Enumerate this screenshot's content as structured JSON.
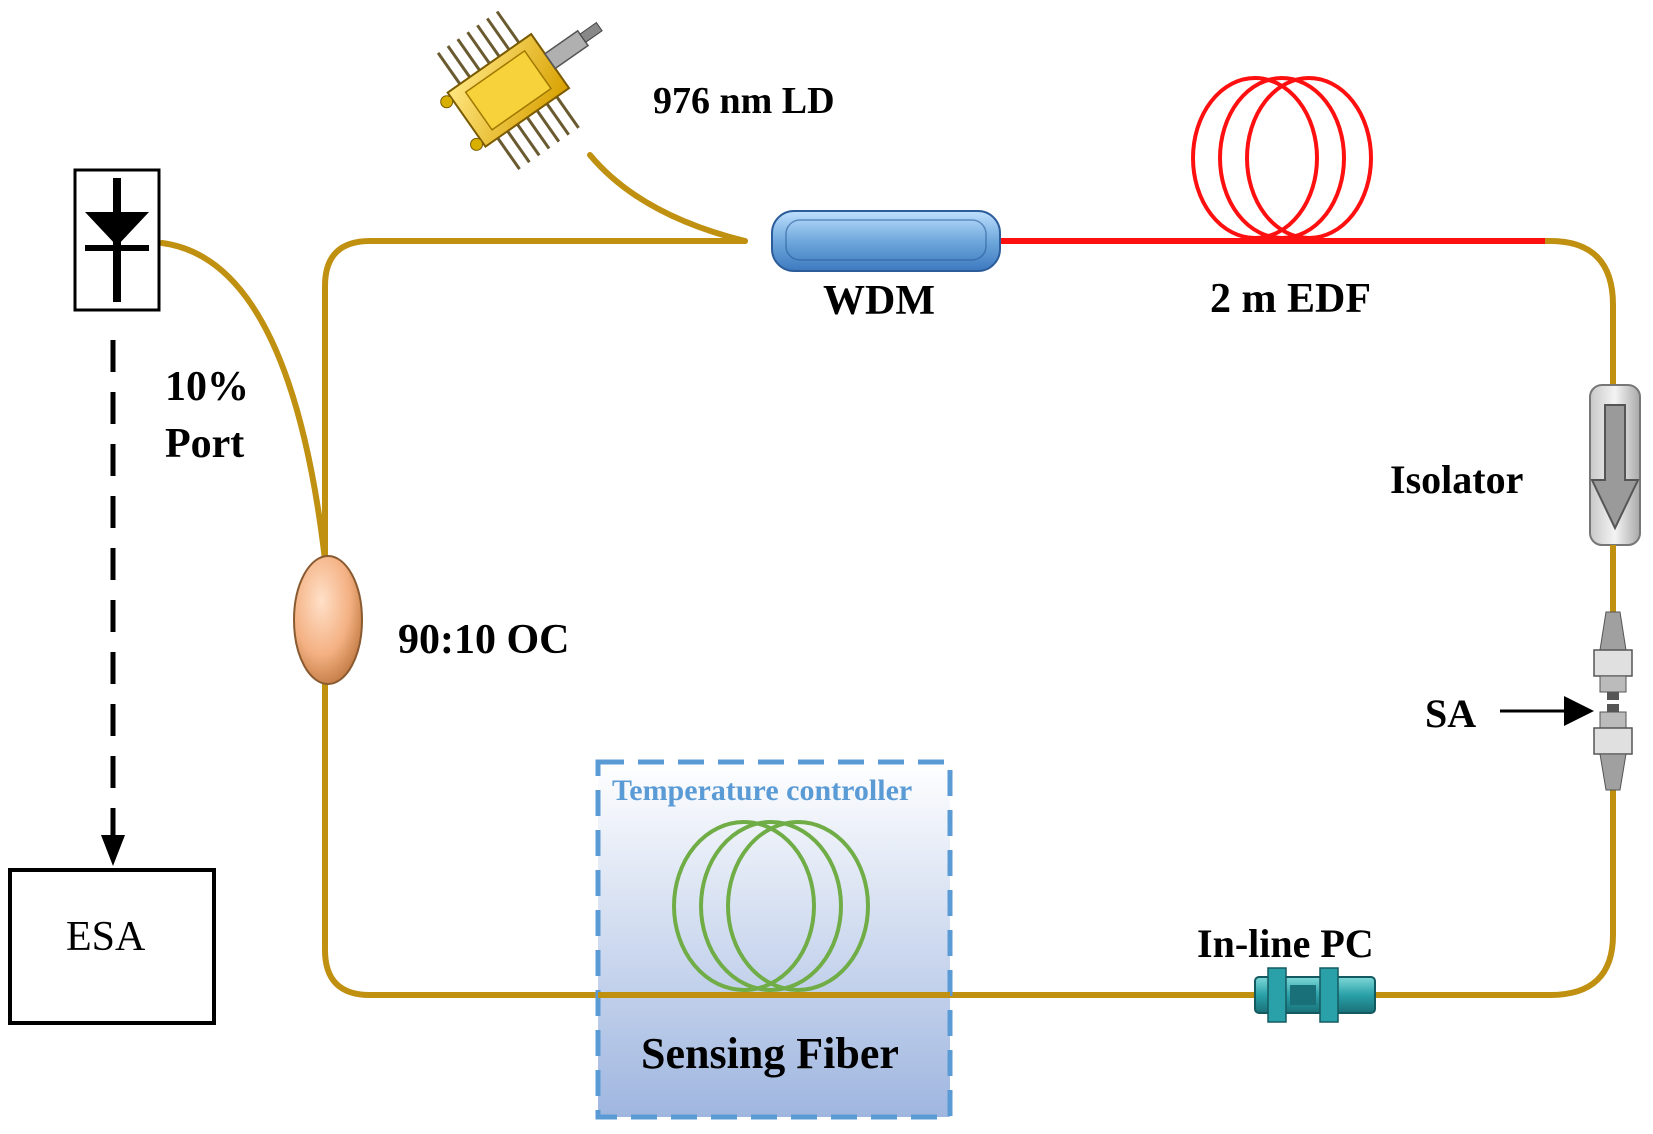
{
  "labels": {
    "ld": "976 nm LD",
    "wdm": "WDM",
    "edf": "2 m EDF",
    "isolator": "Isolator",
    "sa": "SA",
    "pc": "In-line PC",
    "sensing_fiber": "Sensing Fiber",
    "temperature_controller": "Temperature controller",
    "oc": "90:10 OC",
    "port_line1": "10%",
    "port_line2": "Port",
    "esa": "ESA"
  },
  "colors": {
    "fiber": "#c09010",
    "edf": "#ff1010",
    "sensing_coil": "#70ad47",
    "temperature_box": "#5b9bd5",
    "wdm": "#6fa8dc",
    "coupler": "#f4b183",
    "pc": "#3ab0b0",
    "ld_body": "#f0c000"
  }
}
